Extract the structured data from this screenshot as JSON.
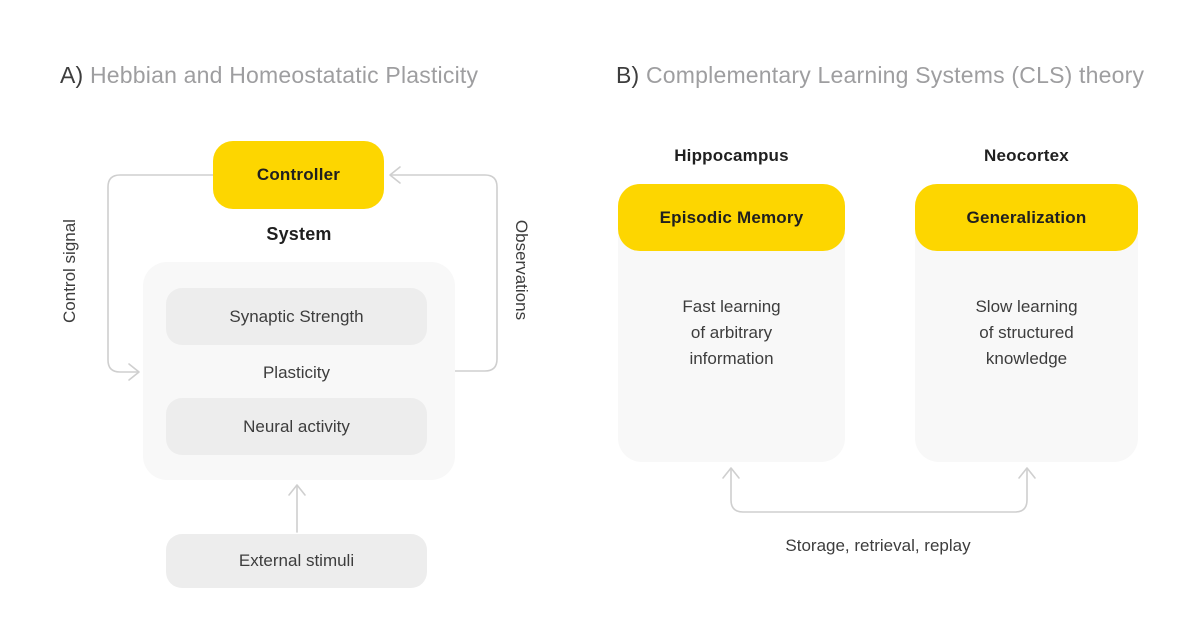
{
  "colors": {
    "accent_yellow": "#FDD600",
    "line_gray": "#CFCFCF",
    "container_gray": "#F8F8F8",
    "box_gray": "#EDEDED",
    "heading_dark": "#1F1F1F",
    "body_text": "#3D3D3D",
    "title_muted": "#9E9EA0",
    "title_prefix": "#3D3D3D"
  },
  "panel_a": {
    "title_prefix": "A)",
    "title": " Hebbian and Homeostatatic Plasticity",
    "controller": "Controller",
    "system": "System",
    "synaptic_strength": "Synaptic Strength",
    "plasticity": "Plasticity",
    "neural_activity": "Neural activity",
    "external_stimuli": "External stimuli",
    "control_signal": "Control signal",
    "observations": "Observations"
  },
  "panel_b": {
    "title_prefix": "B)",
    "title": " Complementary Learning Systems (CLS) theory",
    "columns": [
      {
        "header": "Hippocampus",
        "box": "Episodic Memory",
        "body": "Fast learning\nof arbitrary\ninformation"
      },
      {
        "header": "Neocortex",
        "box": "Generalization",
        "body": "Slow learning\nof structured\nknowledge"
      }
    ],
    "connector_label": "Storage, retrieval, replay"
  }
}
